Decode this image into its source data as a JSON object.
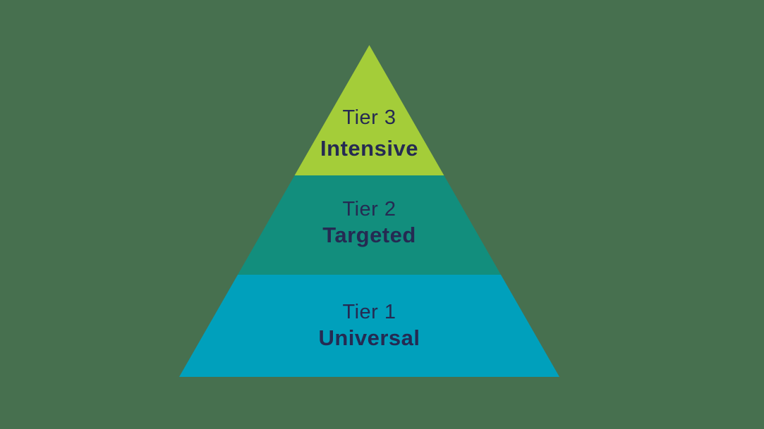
{
  "diagram": {
    "type": "pyramid",
    "description": "Three-tier intervention pyramid (MTSS/RTI style)",
    "background_color": "#47704f",
    "text_color": "#252a52",
    "tiers": [
      {
        "tier_label": "Tier 3",
        "name": "Intensive",
        "color": "#a4cd39",
        "position": "top"
      },
      {
        "tier_label": "Tier 2",
        "name": "Targeted",
        "color": "#128e7d",
        "position": "middle"
      },
      {
        "tier_label": "Tier 1",
        "name": "Universal",
        "color": "#00a0bc",
        "position": "bottom"
      }
    ]
  }
}
